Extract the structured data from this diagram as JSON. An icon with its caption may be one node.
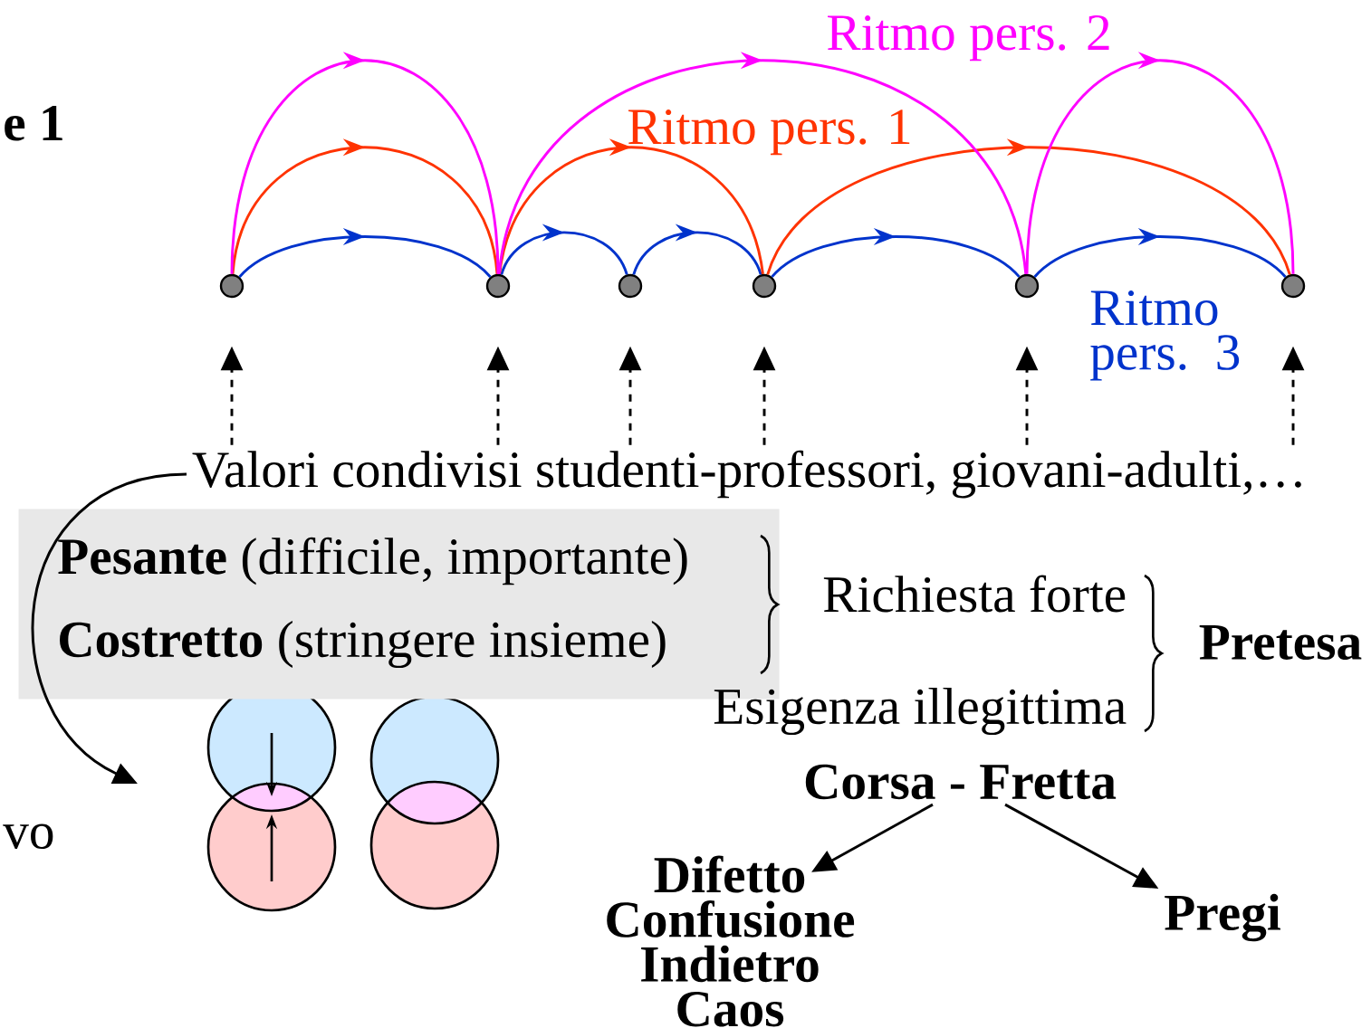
{
  "diagram": {
    "nodes": [
      {
        "text": [],
        "shape": "circle"
      },
      {
        "text": [],
        "shape": "circle"
      },
      {
        "text": [],
        "shape": "circle"
      },
      {
        "text": [],
        "shape": "circle"
      },
      {
        "text": [],
        "shape": "circle"
      },
      {
        "text": [],
        "shape": "circle"
      },
      {
        "text": [
          "Valori condivisi studenti-professori, giovani-adulti,…"
        ]
      },
      {
        "text": [
          "**Pesante** (difficile, importante)",
          "**Costretto** (stringere insieme)"
        ]
      },
      {
        "text": [
          "Richiesta forte"
        ]
      },
      {
        "text": [
          "Esigenza illegittima"
        ]
      },
      {
        "text": [
          "Pretesa"
        ]
      },
      {
        "text": [
          "Corsa  - Fretta"
        ]
      },
      {
        "text": [
          "Difetto Confusione Indietro Caos"
        ]
      },
      {
        "text": [
          "Pregi"
        ]
      }
    ],
    "edges": [
      {
        "from": 0,
        "to": 1,
        "arrow": "to",
        "color": "#0033cc"
      },
      {
        "from": 1,
        "to": 2,
        "arrow": "to",
        "color": "#0033cc"
      },
      {
        "from": 2,
        "to": 3,
        "arrow": "to",
        "color": "#0033cc"
      },
      {
        "from": 3,
        "to": 4,
        "arrow": "to",
        "color": "#0033cc"
      },
      {
        "from": 4,
        "to": 5,
        "arrow": "to",
        "color": "#0033cc"
      },
      {
        "from": 0,
        "to": 1,
        "arrow": "to",
        "color": "#ff3300"
      },
      {
        "from": 1,
        "to": 3,
        "arrow": "to",
        "color": "#ff3300"
      },
      {
        "from": 3,
        "to": 5,
        "arrow": "to",
        "color": "#ff3300"
      },
      {
        "from": 0,
        "to": 1,
        "arrow": "to",
        "color": "#ff00ff"
      },
      {
        "from": 1,
        "to": 4,
        "arrow": "to",
        "color": "#ff00ff"
      },
      {
        "from": 4,
        "to": 5,
        "arrow": "to",
        "color": "#ff00ff"
      },
      {
        "from": 6,
        "to": 0,
        "arrow": "to",
        "style": "dashed"
      },
      {
        "from": 6,
        "to": 1,
        "arrow": "to",
        "style": "dashed"
      },
      {
        "from": 6,
        "to": 2,
        "arrow": "to",
        "style": "dashed"
      },
      {
        "from": 6,
        "to": 3,
        "arrow": "to",
        "style": "dashed"
      },
      {
        "from": 6,
        "to": 4,
        "arrow": "to",
        "style": "dashed"
      },
      {
        "from": 6,
        "to": 5,
        "arrow": "to",
        "style": "dashed"
      },
      {
        "from": 6,
        "to": null,
        "arrow": "to"
      },
      {
        "from": 11,
        "to": 12,
        "arrow": "to"
      },
      {
        "from": 11,
        "to": 13,
        "arrow": "to"
      }
    ],
    "labels": [
      "Ritmo pers. 2",
      "Ritmo pers. 1",
      "Ritmo pers. 3",
      "e 1",
      "vo"
    ]
  }
}
